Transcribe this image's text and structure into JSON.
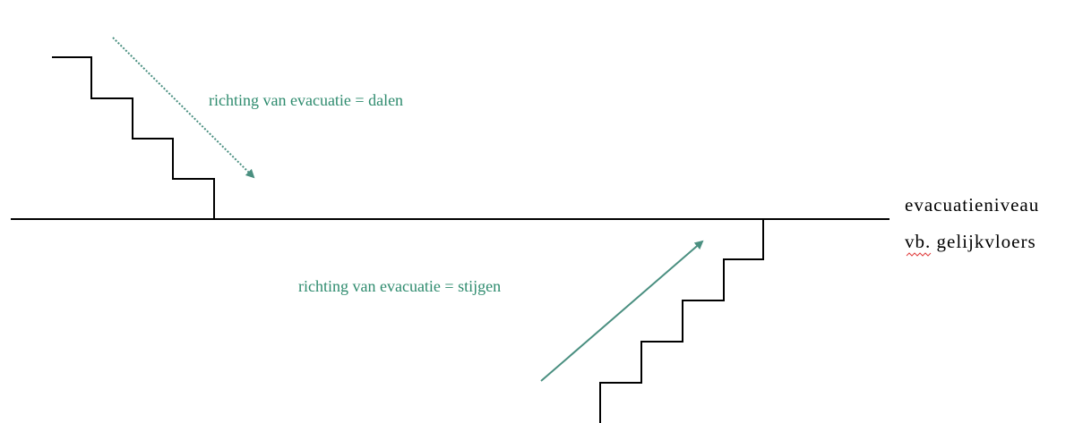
{
  "labels": {
    "descend": "richting van evacuatie = dalen",
    "ascend": "richting van evacuatie = stijgen",
    "level_line1": "evacuatieniveau",
    "level_line2": "vb. gelijkvloers"
  },
  "colors": {
    "label": "#2e8b6e",
    "arrow": "#4a8f80",
    "lines": "#000000"
  }
}
